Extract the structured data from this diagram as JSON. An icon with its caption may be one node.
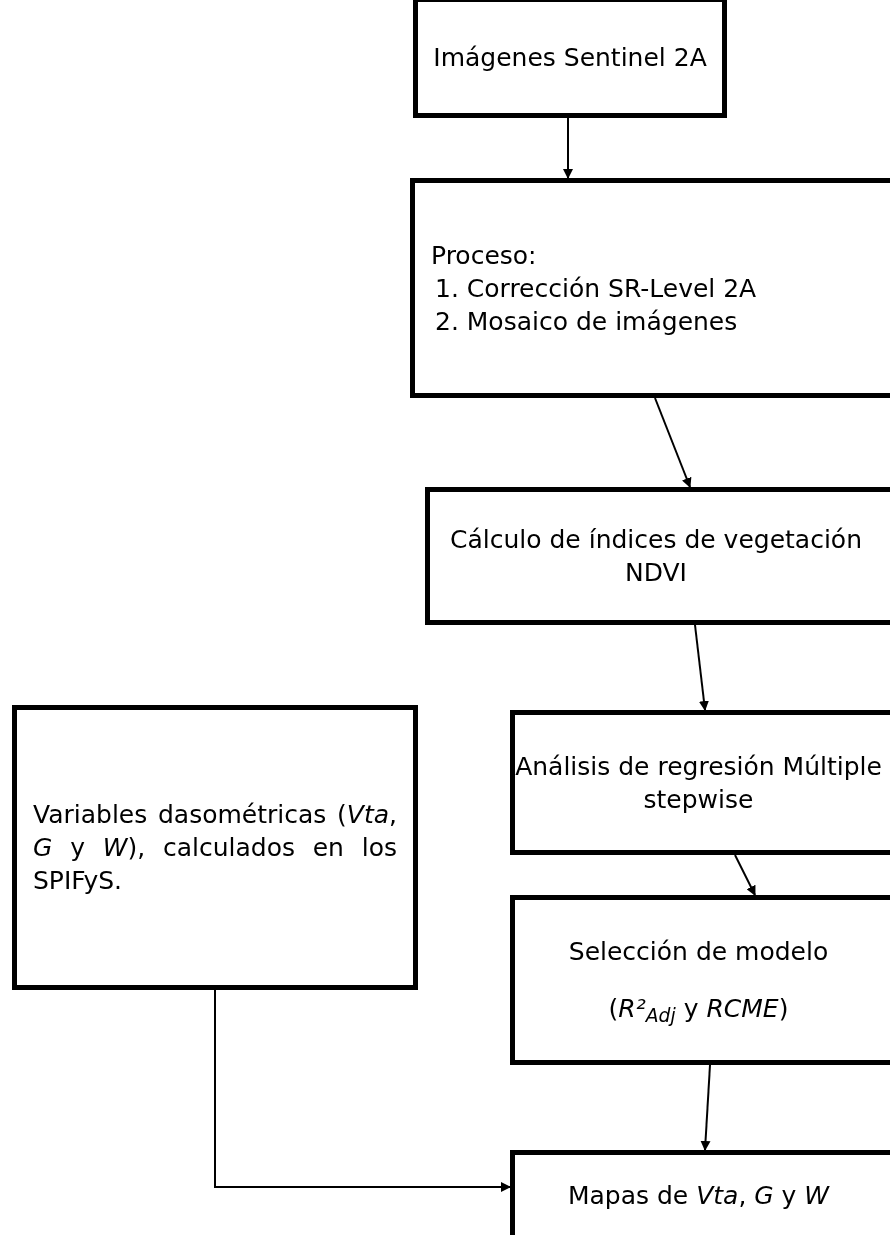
{
  "diagram": {
    "nodes": [
      {
        "text": [
          "Imágenes Sentinel 2A"
        ]
      },
      {
        "text": [
          "Proceso:",
          "1. Corrección SR-Level 2A",
          "2. Mosaico de imágenes"
        ]
      },
      {
        "text": [
          "Cálculo de índices de vegetación NDVI"
        ]
      },
      {
        "text": [
          "Análisis de regresión Múltiple stepwise"
        ]
      },
      {
        "text": [
          "Selección de modelo",
          "(*R²*$_{Adj}$ y *RCME*)"
        ]
      },
      {
        "text": [
          "Mapas de *Vta*, *G* y *W*"
        ]
      },
      {
        "text": [
          "Variables dasométricas (*Vta*, *G* y *W*), calculados en los SPIFyS."
        ]
      }
    ],
    "edges": [
      {
        "from": 0,
        "to": 1,
        "arrow": "to"
      },
      {
        "from": 1,
        "to": 2,
        "arrow": "to"
      },
      {
        "from": 2,
        "to": 3,
        "arrow": "to"
      },
      {
        "from": 3,
        "to": 4,
        "arrow": "to"
      },
      {
        "from": 4,
        "to": 5,
        "arrow": "to"
      },
      {
        "from": 6,
        "to": 5,
        "arrow": "to"
      }
    ]
  }
}
